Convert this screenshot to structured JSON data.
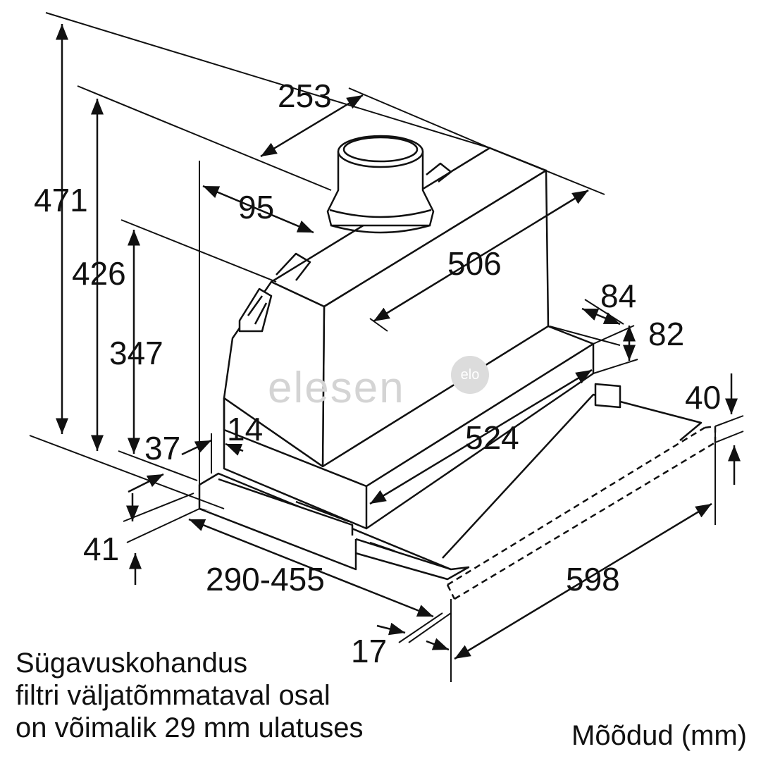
{
  "dimensions": {
    "d471": "471",
    "d426": "426",
    "d347": "347",
    "d253": "253",
    "d95": "95",
    "d506": "506",
    "d84": "84",
    "d82": "82",
    "d40": "40",
    "d524": "524",
    "d14": "14",
    "d37": "37",
    "d41": "41",
    "d290_455": "290-455",
    "d598": "598",
    "d17": "17"
  },
  "note": {
    "line1": "Sügavuskohandus",
    "line2": "filtri väljatõmmataval osal",
    "line3": "on võimalik 29 mm ulatuses"
  },
  "units_label": "Mõõdud (mm)",
  "watermark": {
    "text": "elesen",
    "badge": "elo"
  }
}
